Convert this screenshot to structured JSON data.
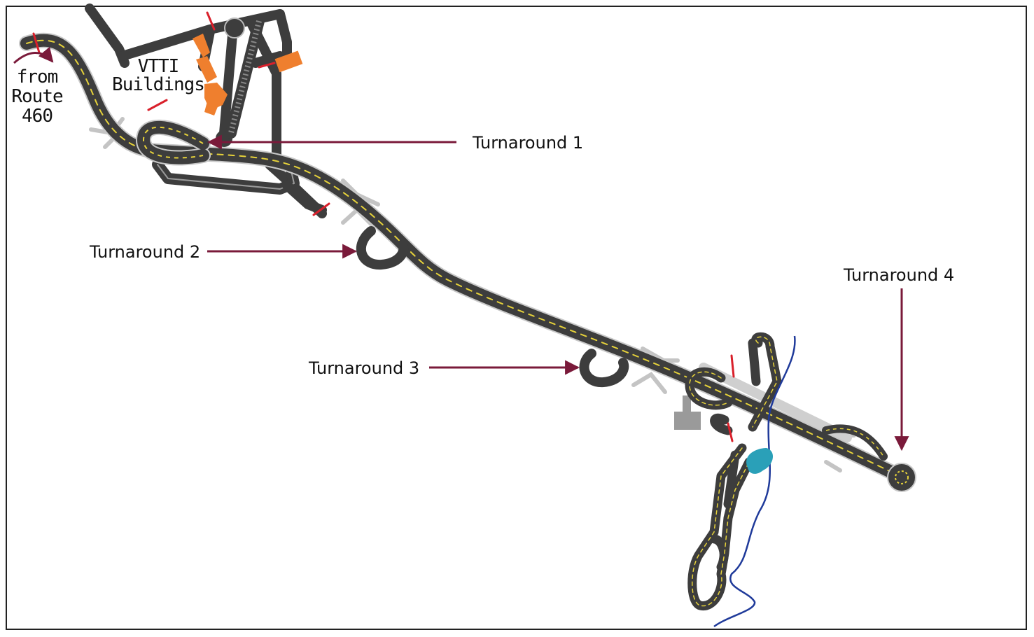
{
  "labels": {
    "from_route": [
      "from",
      "Route",
      "460"
    ],
    "vtti": [
      "VTTI",
      "Buildings"
    ],
    "turnaround_1": "Turnaround 1",
    "turnaround_2": "Turnaround 2",
    "turnaround_3": "Turnaround 3",
    "turnaround_4": "Turnaround 4"
  },
  "colors": {
    "road": "#3d3d3d",
    "road_edge": "#c8c8c8",
    "center_line": "#e6d23a",
    "arrow": "#7a1a3a",
    "building": "#ef7f2e",
    "barrier": "#d9202b",
    "grey_road": "#b5b5b5",
    "creek": "#1f3a9a",
    "pond": "#2aa0b8"
  }
}
